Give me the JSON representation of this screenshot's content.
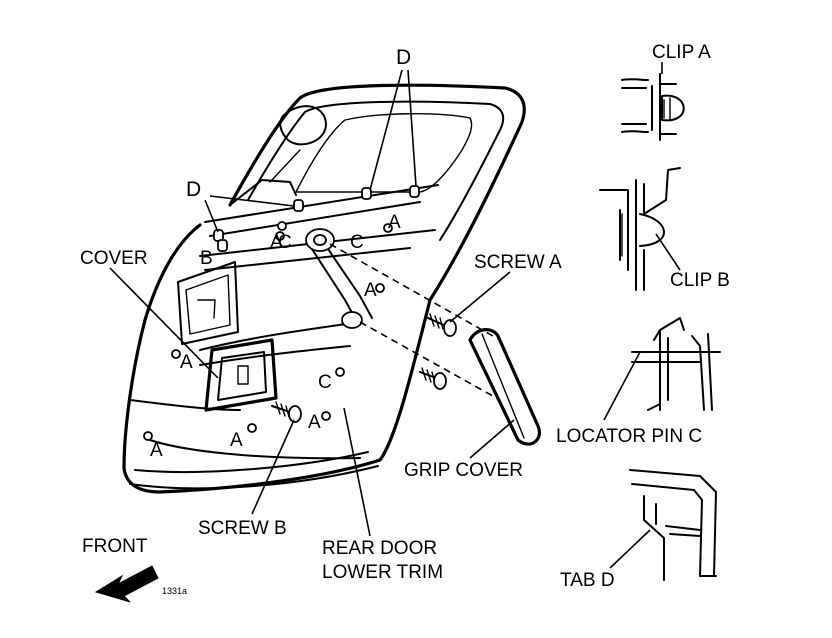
{
  "labels": {
    "d_top": "D",
    "d_left": "D",
    "clip_a": "CLIP A",
    "clip_b": "CLIP B",
    "screw_a": "SCREW A",
    "cover": "COVER",
    "b_label": "B",
    "locator_pin_c": "LOCATOR PIN C",
    "grip_cover": "GRIP COVER",
    "tab_d": "TAB D",
    "screw_b": "SCREW B",
    "rear_door_lower_trim_1": "REAR DOOR",
    "rear_door_lower_trim_2": "LOWER TRIM",
    "front": "FRONT",
    "figure_code": "1331a"
  },
  "part_letters": {
    "a": "A",
    "c": "C"
  }
}
